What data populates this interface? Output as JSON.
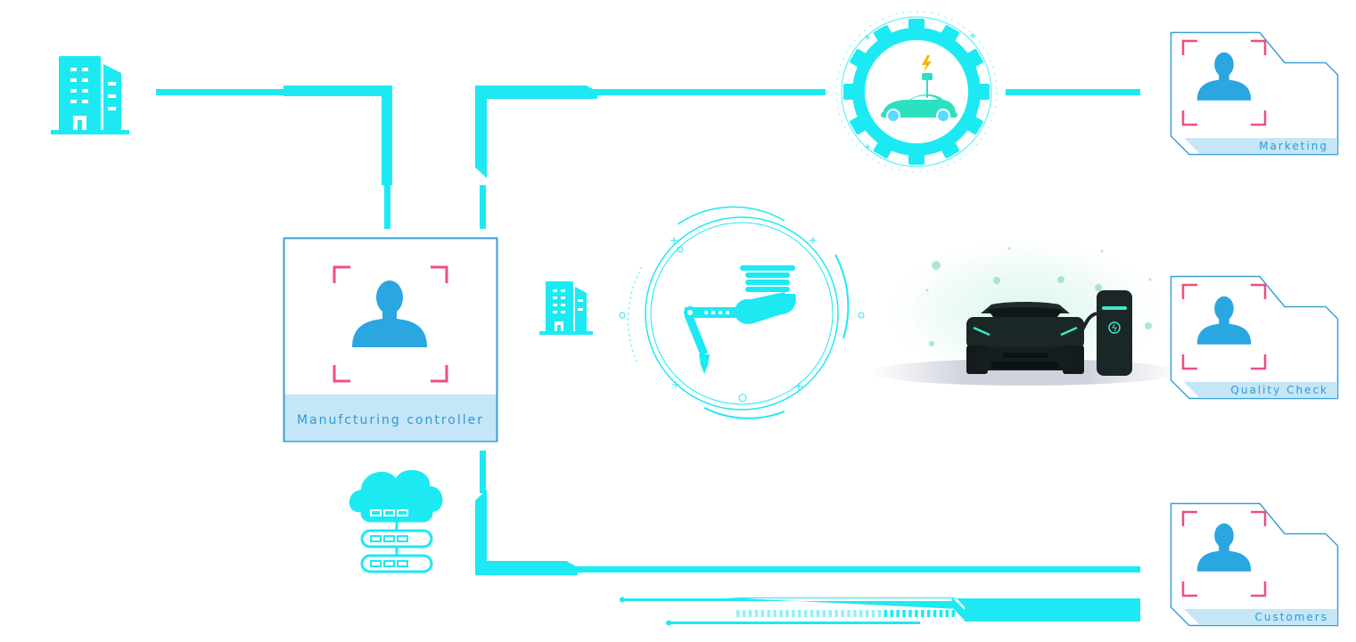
{
  "controller": {
    "label": "Manufcturing controller"
  },
  "roles": [
    {
      "label": "Marketing"
    },
    {
      "label": "Quality Check"
    },
    {
      "label": "Customers"
    }
  ],
  "icons": {
    "hq_building": "building-icon",
    "factory_building": "building-icon",
    "cloud_server": "cloud-server-icon",
    "ev_gear": "ev-charging-gear-icon",
    "robot_arm": "robotic-arm-icon",
    "car_charging": "car-charging-station-icon",
    "avatar": "person-avatar-icon"
  },
  "colors": {
    "connector": "#1de9f3",
    "avatar": "#2aa6e0",
    "frame": "#f04e80",
    "panel": "#c5e6f7",
    "panel_border": "#3b9fd8",
    "label_text": "#2d9ad6"
  }
}
